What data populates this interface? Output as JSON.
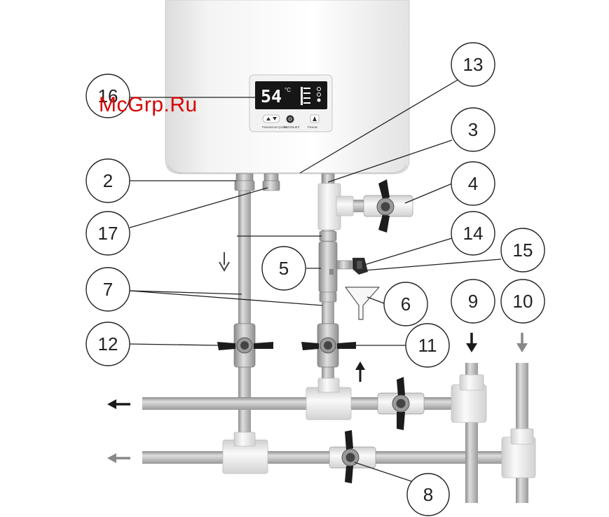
{
  "watermark": "McGrp.Ru",
  "display": {
    "temperature": "54",
    "unit": "°C"
  },
  "panel": {
    "left_button_caption": "Режим/настройка",
    "center_button_caption": "ВКЛ/ВЫКЛ",
    "right_button_caption": "Режим"
  },
  "callouts": {
    "c2": "2",
    "c3": "3",
    "c4": "4",
    "c5": "5",
    "c6": "6",
    "c7": "7",
    "c8": "8",
    "c9": "9",
    "c10": "10",
    "c11": "11",
    "c12": "12",
    "c13": "13",
    "c14": "14",
    "c15": "15",
    "c16": "16",
    "c17": "17"
  },
  "colors": {
    "pipe": "#b4b4b4",
    "fitting": "#ebebeb",
    "handle": "#1c1c1c",
    "arrow": "#222222",
    "arrow_gray": "#888888",
    "watermark": "#d90000"
  }
}
